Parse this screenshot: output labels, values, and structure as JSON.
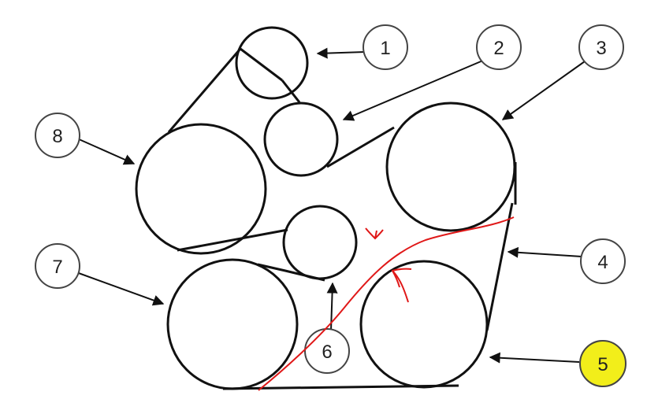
{
  "diagram": {
    "callouts": [
      {
        "id": "1",
        "label": "1",
        "highlight": false
      },
      {
        "id": "2",
        "label": "2",
        "highlight": false
      },
      {
        "id": "3",
        "label": "3",
        "highlight": false
      },
      {
        "id": "4",
        "label": "4",
        "highlight": false
      },
      {
        "id": "5",
        "label": "5",
        "highlight": true
      },
      {
        "id": "6",
        "label": "6",
        "highlight": false
      },
      {
        "id": "7",
        "label": "7",
        "highlight": false
      },
      {
        "id": "8",
        "label": "8",
        "highlight": false
      }
    ],
    "colors": {
      "line": "#111111",
      "callout_stroke": "#444444",
      "highlight_fill": "#f2ee1a",
      "annotation": "#e01818"
    }
  }
}
